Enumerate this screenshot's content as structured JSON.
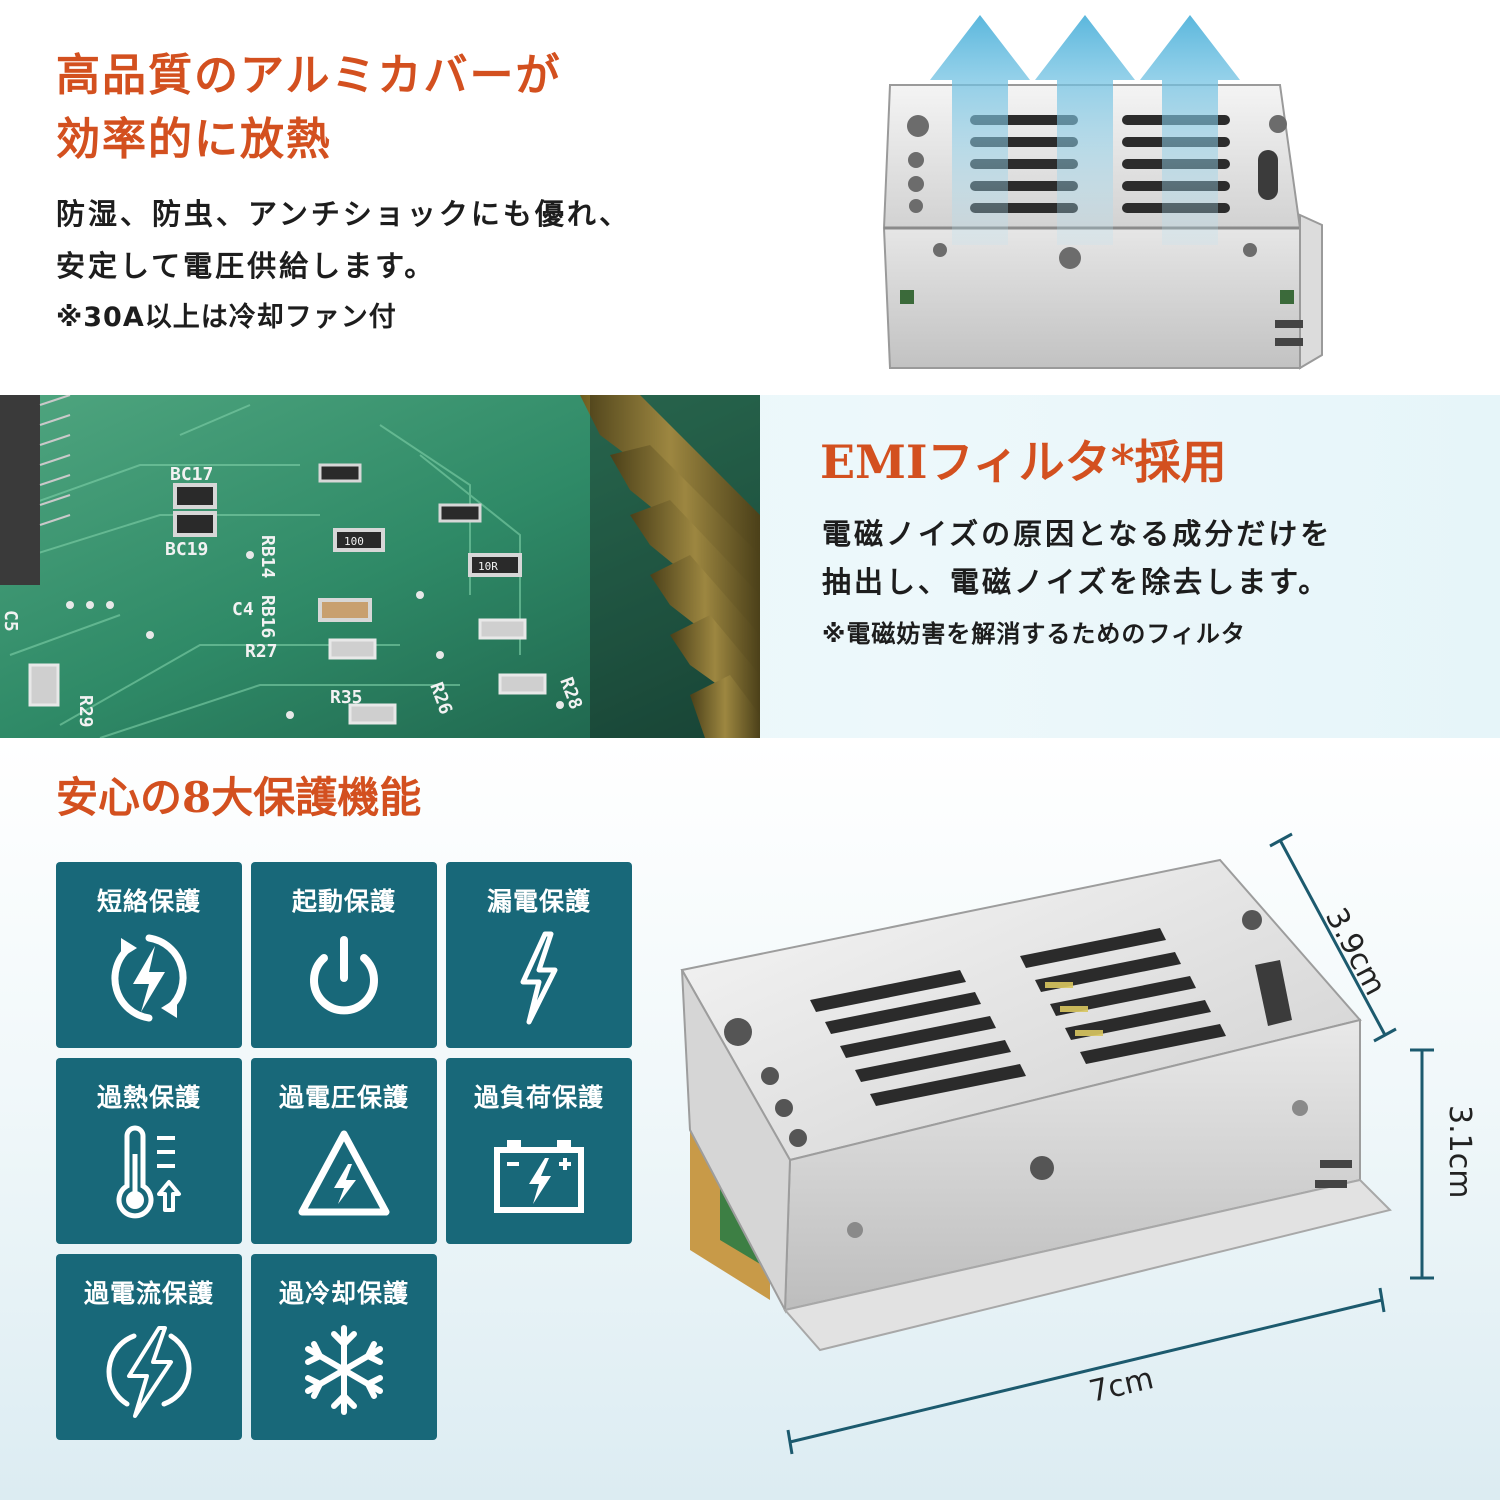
{
  "section_cooling": {
    "title_lines": [
      "高品質のアルミカバーが",
      "効率的に放熱"
    ],
    "body_lines": [
      "防湿、防虫、アンチショックにも優れ、",
      "安定して電圧供給します。"
    ],
    "note": "※30A以上は冷却ファン付"
  },
  "section_emi": {
    "title": "EMIフィルタ*採用",
    "body_lines": [
      "電磁ノイズの原因となる成分だけを",
      "抽出し、電磁ノイズを除去します。"
    ],
    "note": "※電磁妨害を解消するためのフィルタ",
    "pcb_labels": {
      "bc17": "BC17",
      "bc19": "BC19",
      "c4": "C4",
      "c5": "C5",
      "r27": "R27",
      "r26": "R26",
      "r28": "R28",
      "r29": "R29",
      "r35": "R35",
      "rb14": "RB14",
      "rb16": "RB16",
      "n100": "100",
      "n10r": "10R"
    }
  },
  "section_protection": {
    "title": "安心の8大保護機能",
    "features": [
      {
        "label": "短絡保護",
        "icon": "short-circuit-icon"
      },
      {
        "label": "起動保護",
        "icon": "power-icon"
      },
      {
        "label": "漏電保護",
        "icon": "lightning-icon"
      },
      {
        "label": "過熱保護",
        "icon": "thermometer-icon"
      },
      {
        "label": "過電圧保護",
        "icon": "warning-bolt-icon"
      },
      {
        "label": "過負荷保護",
        "icon": "battery-icon"
      },
      {
        "label": "過電流保護",
        "icon": "bolt-circle-icon"
      },
      {
        "label": "過冷却保護",
        "icon": "snowflake-icon"
      }
    ],
    "tile_color": "#186879"
  },
  "dimensions": {
    "depth": "3.9cm",
    "height": "3.1cm",
    "width": "7cm"
  },
  "colors": {
    "accent": "#d3501f",
    "body_text": "#1d1d1d",
    "tile": "#186879",
    "arrow": "#5fb8dc"
  }
}
